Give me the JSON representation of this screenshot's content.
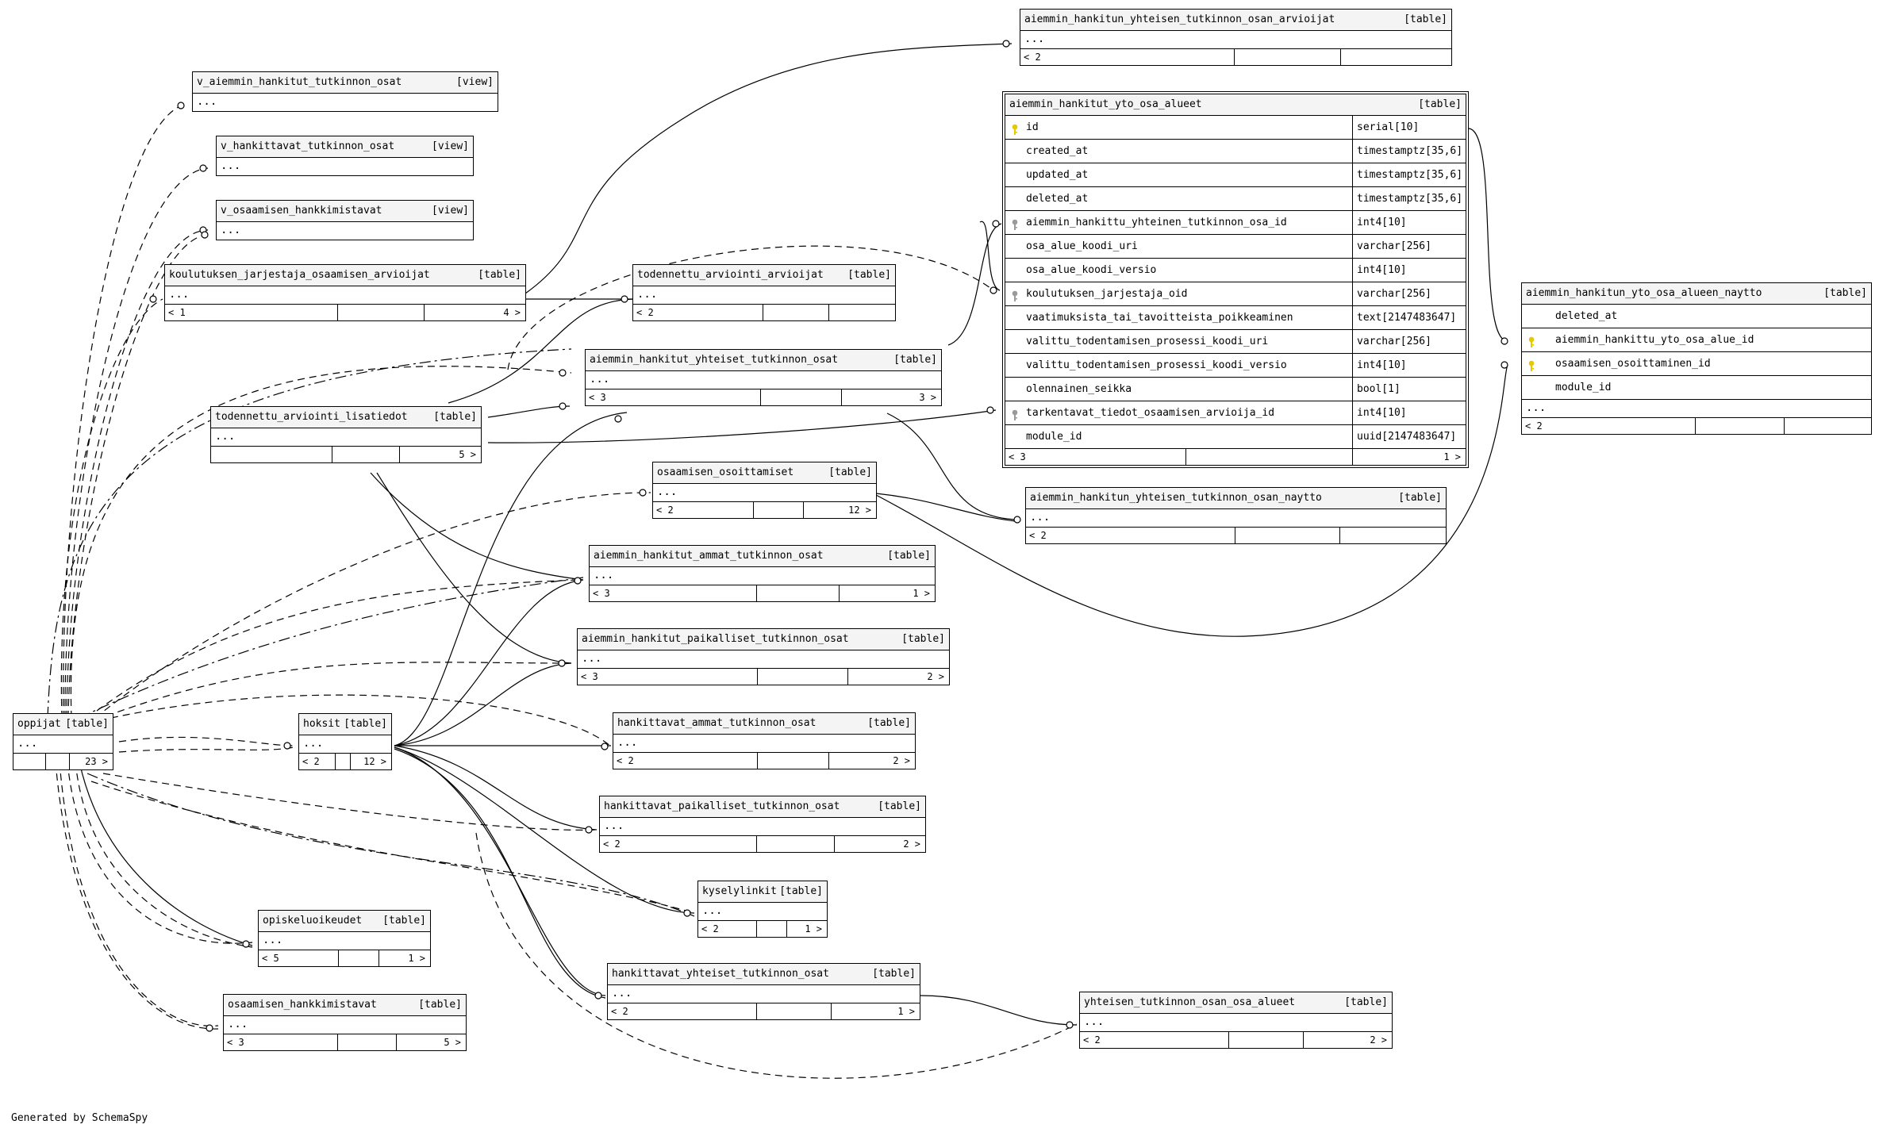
{
  "footer_text": "Generated by SchemaSpy",
  "tables": {
    "v_aiemmin_hankitut_tutkinnon_osat": {
      "name": "v_aiemmin_hankitut_tutkinnon_osat",
      "kind": "view",
      "dots": "..."
    },
    "v_hankittavat_tutkinnon_osat": {
      "name": "v_hankittavat_tutkinnon_osat",
      "kind": "view",
      "dots": "..."
    },
    "v_osaamisen_hankkimistavat": {
      "name": "v_osaamisen_hankkimistavat",
      "kind": "view",
      "dots": "..."
    },
    "koulutuksen_jarjestaja_osaamisen_arvioijat": {
      "name": "koulutuksen_jarjestaja_osaamisen_arvioijat",
      "kind": "table",
      "dots": "...",
      "parents": "< 1",
      "children": "4 >"
    },
    "todennettu_arviointi_arvioijat": {
      "name": "todennettu_arviointi_arvioijat",
      "kind": "table",
      "dots": "...",
      "parents": "< 2",
      "children": ""
    },
    "aiemmin_hankitut_yhteiset_tutkinnon_osat": {
      "name": "aiemmin_hankitut_yhteiset_tutkinnon_osat",
      "kind": "table",
      "dots": "...",
      "parents": "< 3",
      "children": "3 >"
    },
    "todennettu_arviointi_lisatiedot": {
      "name": "todennettu_arviointi_lisatiedot",
      "kind": "table",
      "dots": "...",
      "parents": "",
      "children": "5 >"
    },
    "osaamisen_osoittamiset": {
      "name": "osaamisen_osoittamiset",
      "kind": "table",
      "dots": "...",
      "parents": "< 2",
      "children": "12 >"
    },
    "aiemmin_hankitut_ammat_tutkinnon_osat": {
      "name": "aiemmin_hankitut_ammat_tutkinnon_osat",
      "kind": "table",
      "dots": "...",
      "parents": "< 3",
      "children": "1 >"
    },
    "aiemmin_hankitut_paikalliset_tutkinnon_osat": {
      "name": "aiemmin_hankitut_paikalliset_tutkinnon_osat",
      "kind": "table",
      "dots": "...",
      "parents": "< 3",
      "children": "2 >"
    },
    "oppijat": {
      "name": "oppijat",
      "kind": "table",
      "dots": "...",
      "parents": "",
      "children": "23 >"
    },
    "hoksit": {
      "name": "hoksit",
      "kind": "table",
      "dots": "...",
      "parents": "< 2",
      "children": "12 >"
    },
    "hankittavat_ammat_tutkinnon_osat": {
      "name": "hankittavat_ammat_tutkinnon_osat",
      "kind": "table",
      "dots": "...",
      "parents": "< 2",
      "children": "2 >"
    },
    "hankittavat_paikalliset_tutkinnon_osat": {
      "name": "hankittavat_paikalliset_tutkinnon_osat",
      "kind": "table",
      "dots": "...",
      "parents": "< 2",
      "children": "2 >"
    },
    "kyselylinkit": {
      "name": "kyselylinkit",
      "kind": "table",
      "dots": "...",
      "parents": "< 2",
      "children": "1 >"
    },
    "opiskeluoikeudet": {
      "name": "opiskeluoikeudet",
      "kind": "table",
      "dots": "...",
      "parents": "< 5",
      "children": "1 >"
    },
    "osaamisen_hankkimistavat": {
      "name": "osaamisen_hankkimistavat",
      "kind": "table",
      "dots": "...",
      "parents": "< 3",
      "children": "5 >"
    },
    "hankittavat_yhteiset_tutkinnon_osat": {
      "name": "hankittavat_yhteiset_tutkinnon_osat",
      "kind": "table",
      "dots": "...",
      "parents": "< 2",
      "children": "1 >"
    },
    "yhteisen_tutkinnon_osan_osa_alueet": {
      "name": "yhteisen_tutkinnon_osan_osa_alueet",
      "kind": "table",
      "dots": "...",
      "parents": "< 2",
      "children": "2 >"
    },
    "aiemmin_hankitun_yhteisen_tutkinnon_osan_arvioijat": {
      "name": "aiemmin_hankitun_yhteisen_tutkinnon_osan_arvioijat",
      "kind": "table",
      "dots": "...",
      "parents": "< 2",
      "children": ""
    },
    "aiemmin_hankitun_yhteisen_tutkinnon_osan_naytto": {
      "name": "aiemmin_hankitun_yhteisen_tutkinnon_osan_naytto",
      "kind": "table",
      "dots": "...",
      "parents": "< 2",
      "children": ""
    },
    "aiemmin_hankitun_yto_osa_alueen_naytto": {
      "name": "aiemmin_hankitun_yto_osa_alueen_naytto",
      "kind": "table",
      "dots": "...",
      "parents": "< 2",
      "children": "",
      "columns": [
        "deleted_at",
        "aiemmin_hankittu_yto_osa_alue_id",
        "osaamisen_osoittaminen_id",
        "module_id"
      ]
    },
    "aiemmin_hankitut_yto_osa_alueet": {
      "name": "aiemmin_hankitut_yto_osa_alueet",
      "kind": "table",
      "parents": "< 3",
      "children": "1 >",
      "columns": [
        {
          "name": "id",
          "type": "serial[10]",
          "key": "primary"
        },
        {
          "name": "created_at",
          "type": "timestamptz[35,6]",
          "key": ""
        },
        {
          "name": "updated_at",
          "type": "timestamptz[35,6]",
          "key": ""
        },
        {
          "name": "deleted_at",
          "type": "timestamptz[35,6]",
          "key": ""
        },
        {
          "name": "aiemmin_hankittu_yhteinen_tutkinnon_osa_id",
          "type": "int4[10]",
          "key": "foreign"
        },
        {
          "name": "osa_alue_koodi_uri",
          "type": "varchar[256]",
          "key": ""
        },
        {
          "name": "osa_alue_koodi_versio",
          "type": "int4[10]",
          "key": ""
        },
        {
          "name": "koulutuksen_jarjestaja_oid",
          "type": "varchar[256]",
          "key": "foreign"
        },
        {
          "name": "vaatimuksista_tai_tavoitteista_poikkeaminen",
          "type": "text[2147483647]",
          "key": ""
        },
        {
          "name": "valittu_todentamisen_prosessi_koodi_uri",
          "type": "varchar[256]",
          "key": ""
        },
        {
          "name": "valittu_todentamisen_prosessi_koodi_versio",
          "type": "int4[10]",
          "key": ""
        },
        {
          "name": "olennainen_seikka",
          "type": "bool[1]",
          "key": ""
        },
        {
          "name": "tarkentavat_tiedot_osaamisen_arvioija_id",
          "type": "int4[10]",
          "key": "foreign"
        },
        {
          "name": "module_id",
          "type": "uuid[2147483647]",
          "key": ""
        }
      ]
    }
  },
  "colors": {
    "primary_key": "#e8c800",
    "foreign_key": "#9a9a9a",
    "header_bg": "#f4f4f4",
    "line": "#000000"
  }
}
